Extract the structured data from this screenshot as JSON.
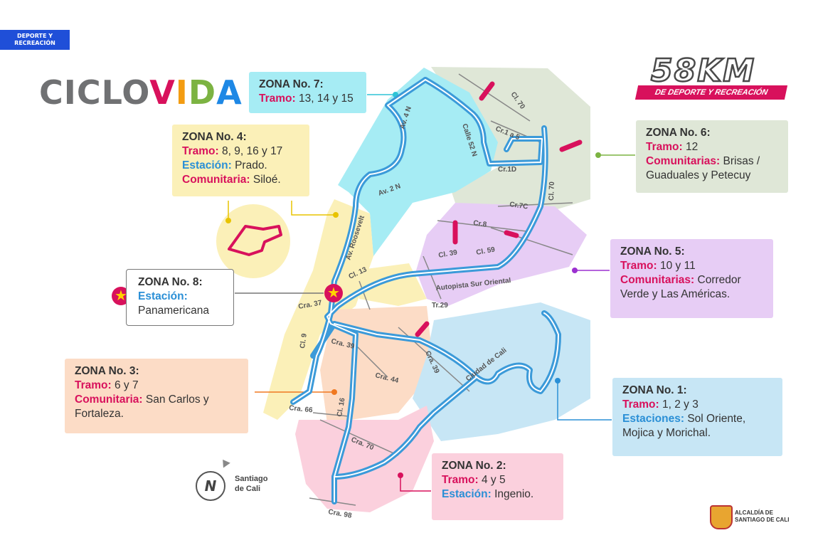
{
  "header": {
    "tag": "DEPORTE Y RECREACIÓN"
  },
  "logo": {
    "c1": "CICLO",
    "v": "V",
    "i": "I",
    "d": "D",
    "a": "A"
  },
  "km": {
    "num": "58KM",
    "sub": "DE DEPORTE Y RECREACIÓN"
  },
  "colors": {
    "magenta": "#d8115c",
    "blue": "#2a8fd6",
    "route": "#3b9ad9",
    "v": "#d8115c",
    "i": "#f39c12",
    "d": "#7cb342",
    "a": "#1e88e5"
  },
  "zones": {
    "z7": {
      "title": "ZONA No. 7:",
      "tramo_k": "Tramo:",
      "tramo": " 13, 14 y 15"
    },
    "z4": {
      "title": "ZONA No. 4:",
      "tramo_k": "Tramo:",
      "tramo": " 8, 9, 16 y 17",
      "est_k": "Estación:",
      "est": " Prado.",
      "com_k": "Comunitaria:",
      "com": " Siloé."
    },
    "z6": {
      "title": "ZONA No. 6:",
      "tramo_k": "Tramo:",
      "tramo": " 12",
      "com_k": "Comunitarias:",
      "com": " Brisas /",
      "com2": "Guaduales y Petecuy"
    },
    "z5": {
      "title": "ZONA No. 5:",
      "tramo_k": "Tramo:",
      "tramo": " 10 y 11",
      "com_k": "Comunitarias:",
      "com": " Corredor",
      "com2": "Verde y Las Américas."
    },
    "z8": {
      "title": "ZONA No. 8:",
      "est_k": "Estación:",
      "est2": "Panamericana"
    },
    "z3": {
      "title": "ZONA No. 3:",
      "tramo_k": "Tramo:",
      "tramo": " 6 y 7",
      "com_k": "Comunitaria:",
      "com": " San Carlos y",
      "com2": "Fortaleza."
    },
    "z1": {
      "title": "ZONA No. 1:",
      "tramo_k": "Tramo:",
      "tramo": " 1, 2 y 3",
      "est_k": "Estaciones:",
      "est": " Sol Oriente,",
      "est2": "Mojica y Morichal."
    },
    "z2": {
      "title": "ZONA No. 2:",
      "tramo_k": "Tramo:",
      "tramo": " 4 y 5",
      "est_k": "Estación:",
      "est": " Ingenio."
    }
  },
  "streets": {
    "av4n": "Av. 4 N",
    "calle52n": "Calle 52 N",
    "cl70a": "Cl. 70",
    "cr1a5": "Cr.1 a 5",
    "cr1d": "Cr.1D",
    "cl70b": "Cl. 70",
    "av2n": "Av. 2 N",
    "cr7c": "Cr.7C",
    "roosevelt": "Av. Roosevelt",
    "cr8": "Cr.8",
    "cl39": "Cl. 39",
    "cl59": "Cl. 59",
    "cl13": "Cl. 13",
    "autopista": "Autopista Sur Oriental",
    "cra37": "Cra. 37",
    "tr29": "Tr.29",
    "cl9": "Cl. 9",
    "cra39a": "Cra. 39",
    "cra39b": "Cra. 39",
    "ciudadcali": "Ciudad de Cali",
    "cra44": "Cra. 44",
    "cra66": "Cra. 66",
    "cl16": "Cl. 16",
    "cra70": "Cra. 70",
    "cra98": "Cra. 98"
  },
  "compass": {
    "n": "N",
    "l1": "Santiago",
    "l2": "de Cali"
  },
  "alcaldia": {
    "l1": "ALCALDÍA DE",
    "l2": "SANTIAGO DE CALI"
  }
}
